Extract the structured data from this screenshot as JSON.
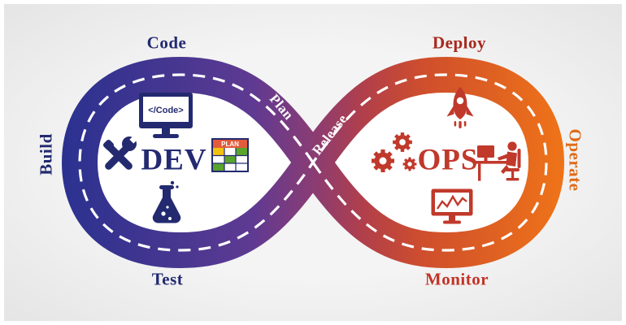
{
  "loop": {
    "stages": {
      "build": "Build",
      "code": "Code",
      "test": "Test",
      "plan": "Plan",
      "release": "Release",
      "deploy": "Deploy",
      "operate": "Operate",
      "monitor": "Monitor"
    }
  },
  "dev": {
    "label": "DEV",
    "code_screen_text": "</Code>",
    "plan_board_text": "PLAN",
    "icons": [
      "code-monitor-icon",
      "tools-icon",
      "flask-icon",
      "plan-board-icon"
    ]
  },
  "ops": {
    "label": "OPS",
    "icons": [
      "gears-icon",
      "rocket-icon",
      "workstation-icon",
      "chart-monitor-icon"
    ]
  },
  "colors": {
    "background": "#ececec",
    "dev_navy": "#232a70",
    "ops_red": "#c0392b",
    "ops_orange": "#e06a16",
    "deploy_dark_red": "#a9281d",
    "band_label_white": "#ffffff",
    "dash_white": "#ffffff",
    "plan_header_orange": "#e25b3c",
    "cell_green": "#5aa42c",
    "cell_yellow": "#f2c210",
    "gradient": {
      "g0": "#2b3190",
      "g20": "#433690",
      "g38": "#5f3a92",
      "g50": "#8a3c74",
      "g60": "#b13f4b",
      "g72": "#cf4e2c",
      "g100": "#ef7418"
    }
  }
}
